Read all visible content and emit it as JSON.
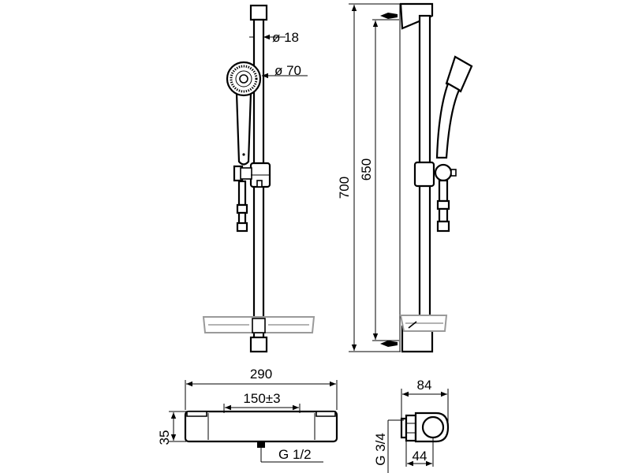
{
  "dimensions": {
    "tube_diameter": "ø 18",
    "head_diameter": "ø 70",
    "rail_total_height": "700",
    "rail_fixing_distance": "650",
    "mixer_width": "290",
    "mixer_center_distance": "150±3",
    "mixer_height": "35",
    "outlet_thread": "G 1/2",
    "side_depth": "84",
    "side_inner_depth": "44",
    "inlet_thread": "G 3/4"
  },
  "colors": {
    "line": "#000000",
    "tray_outline": "#9a9a9a",
    "background": "#ffffff"
  }
}
